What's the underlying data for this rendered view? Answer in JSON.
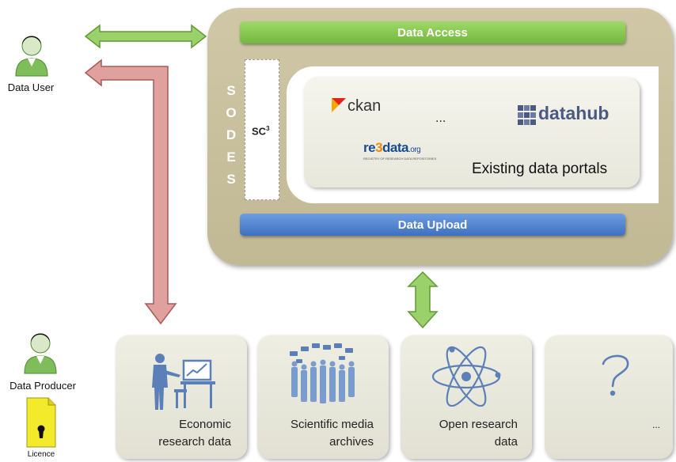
{
  "actors": {
    "user_label": "Data User",
    "producer_label": "Data Producer",
    "licence_label": "Licence"
  },
  "platform": {
    "access_label": "Data Access",
    "upload_label": "Data Upload",
    "sodes_letters": [
      "S",
      "O",
      "D",
      "E",
      "S"
    ],
    "sc_label": "SC",
    "sc_sup": "3",
    "portals": {
      "label": "Existing data portals",
      "ckan": "ckan",
      "ellipsis": "...",
      "datahub": "datahub",
      "re3_prefix": "re",
      "re3_three": "3",
      "re3_suffix": "data",
      "re3_org": ".org",
      "re3_tagline": "REGISTRY OF RESEARCH DATA REPOSITORIES"
    }
  },
  "sources": [
    {
      "line1": "Economic",
      "line2": "research data"
    },
    {
      "line1": "Scientific media",
      "line2": "archives"
    },
    {
      "line1": "Open research",
      "line2": "data"
    },
    {
      "line1": "",
      "line2": "..."
    }
  ],
  "colors": {
    "green_arrow": "#8cc65a",
    "red_arrow": "#cf8a88",
    "access_bar": "#7dc043",
    "upload_bar": "#4a7bc8",
    "platform": "#c6be9b",
    "icon_blue": "#5b80b8"
  }
}
